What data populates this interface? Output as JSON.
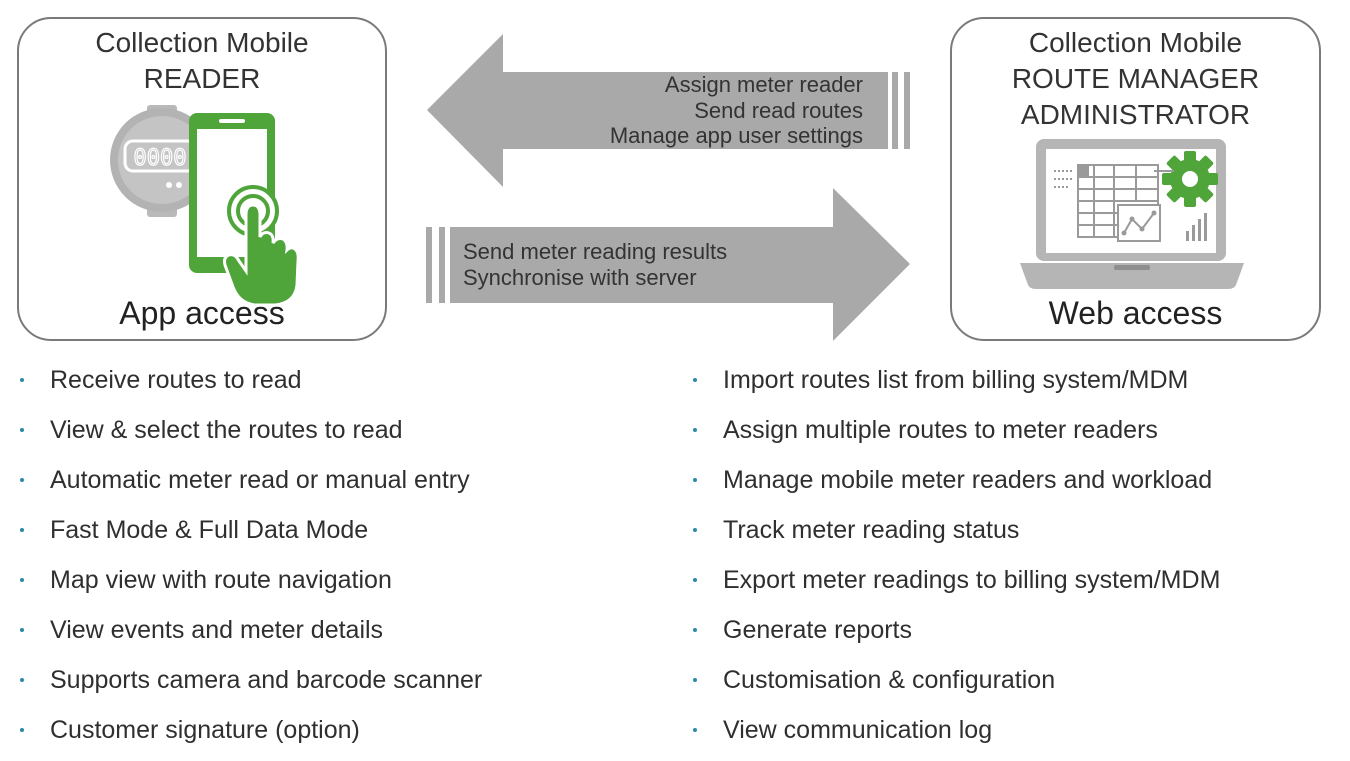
{
  "reader_panel": {
    "title_line1": "Collection Mobile",
    "title_line2": "READER",
    "access_label": "App access",
    "meter_display": "0000"
  },
  "admin_panel": {
    "title_line1": "Collection Mobile",
    "title_line2": "ROUTE MANAGER",
    "title_line3": "ADMINISTRATOR",
    "access_label": "Web access"
  },
  "arrow_to_reader": {
    "lines": [
      "Assign meter reader",
      "Send read routes",
      "Manage app user settings"
    ]
  },
  "arrow_to_admin": {
    "lines": [
      "Send meter reading results",
      "Synchronise with server"
    ]
  },
  "reader_features": [
    "Receive routes to read",
    "View & select the routes to read",
    "Automatic meter read or manual entry",
    "Fast Mode & Full Data Mode",
    "Map view with route navigation",
    "View events and meter details",
    "Supports camera and barcode scanner",
    "Customer signature (option)"
  ],
  "admin_features": [
    "Import routes list from billing system/MDM",
    "Assign multiple routes to meter readers",
    "Manage mobile meter readers and workload",
    "Track meter reading status",
    "Export meter readings to billing system/MDM",
    "Generate reports",
    "Customisation & configuration",
    "View communication log"
  ],
  "colors": {
    "accent_green": "#4fa43a",
    "arrow_gray": "#a9a9a9",
    "border_gray": "#7a7a7a",
    "bullet_blue": "#2a8aa8"
  }
}
